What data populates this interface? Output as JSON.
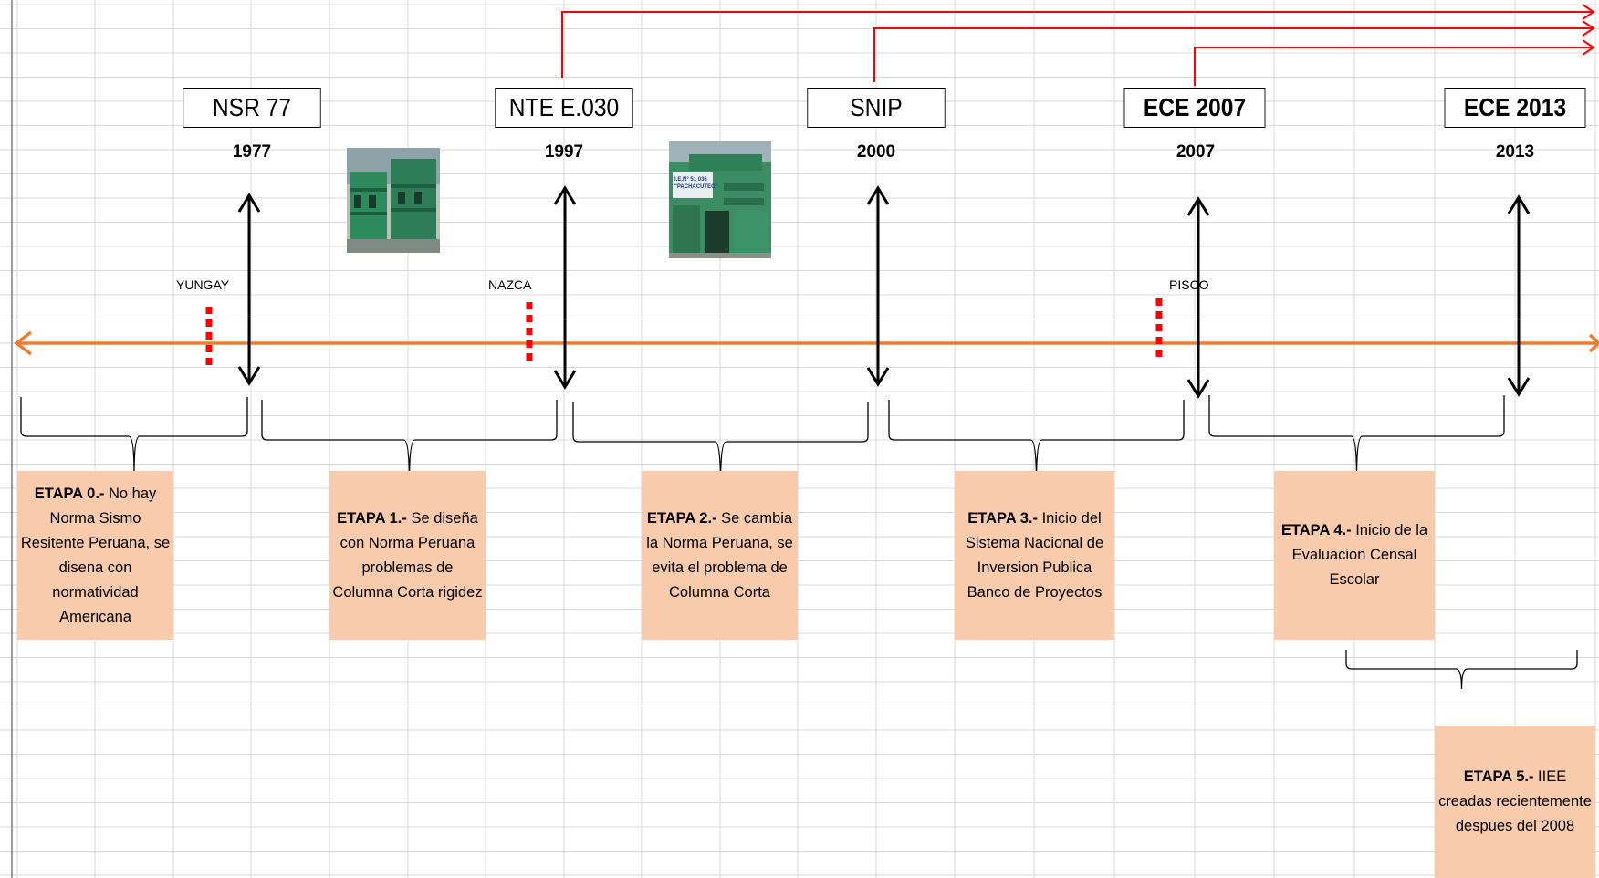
{
  "milestones": [
    {
      "label": "NSR 77",
      "year": "1977",
      "bold": false
    },
    {
      "label": "NTE E.030",
      "year": "1997",
      "bold": false
    },
    {
      "label": "SNIP",
      "year": "2000",
      "bold": false
    },
    {
      "label": "ECE 2007",
      "year": "2007",
      "bold": true
    },
    {
      "label": "ECE 2013",
      "year": "2013",
      "bold": true
    }
  ],
  "events": [
    "YUNGAY",
    "NAZCA",
    "PISCO"
  ],
  "etapas": [
    {
      "title": "ETAPA 0.-",
      "text": "No hay Norma Sismo Resitente Peruana, se disena con normatividad Americana"
    },
    {
      "title": "ETAPA 1.-",
      "text": "Se diseña con Norma Peruana problemas de Columna Corta rigidez"
    },
    {
      "title": "ETAPA 2.-",
      "text": "Se cambia la Norma Peruana, se evita el problema de Columna Corta"
    },
    {
      "title": "ETAPA 3.-",
      "text": "Inicio del Sistema Nacional de Inversion Publica Banco de Proyectos"
    },
    {
      "title": "ETAPA 4.-",
      "text": "Inicio de la Evaluacion Censal Escolar"
    },
    {
      "title": "ETAPA 5.-",
      "text": "IIEE creadas recientemente despues del 2008"
    }
  ],
  "photos": [
    {
      "alt": "school-building-photo-1"
    },
    {
      "alt": "school-building-photo-2",
      "sign": "I.E.N° 51 036 \"PACHACUTEC\""
    }
  ],
  "colors": {
    "grid": "#d9d9d9",
    "timeline": "#ed7d31",
    "etapa_fill": "#f8cbad",
    "connector": "#ff0000",
    "event_marker": "#ff0000",
    "arrow": "#000000"
  }
}
